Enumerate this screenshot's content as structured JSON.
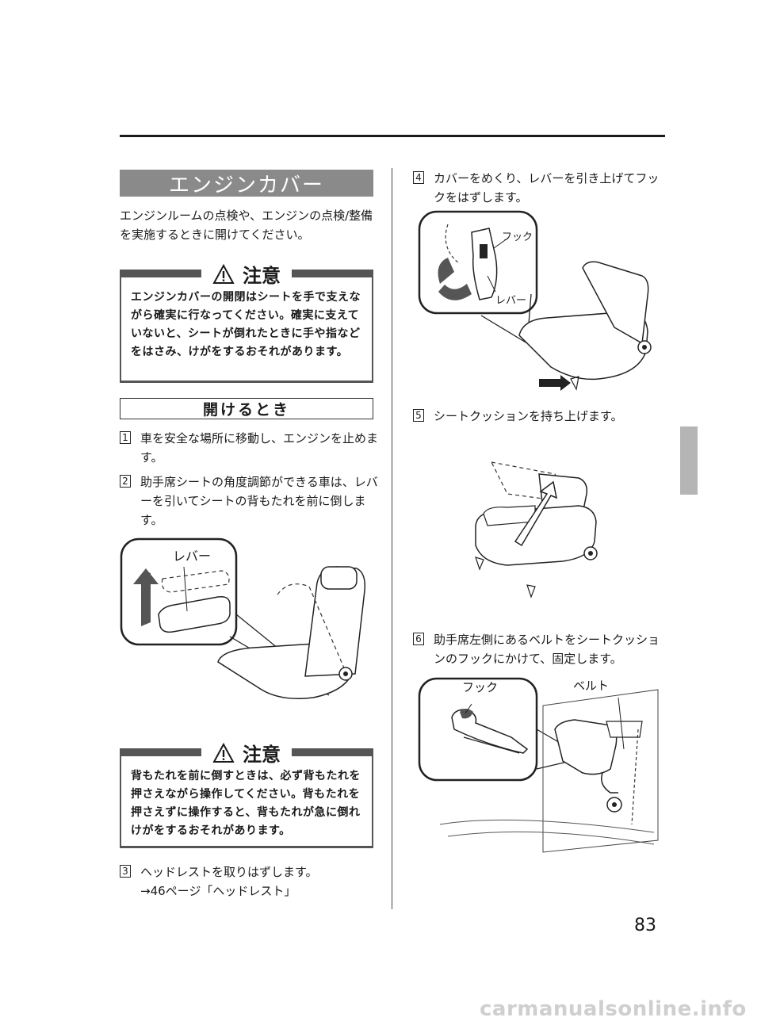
{
  "section_title": "エンジンカバー",
  "intro": "エンジンルームの点検や、エンジンの点検/整備を実施するときに開けてください。",
  "caution1": {
    "title": "注意",
    "body": "エンジンカバーの開閉はシートを手で支えながら確実に行なってください。確実に支えていないと、シートが倒れたときに手や指などをはさみ、けがをするおそれがあります。"
  },
  "open_title": "開けるとき",
  "steps": [
    {
      "num": "1",
      "text": "車を安全な場所に移動し、エンジンを止めます。"
    },
    {
      "num": "2",
      "text": "助手席シートの角度調節ができる車は、レバーを引いてシートの背もたれを前に倒します。"
    },
    {
      "num": "3",
      "text": "ヘッドレストを取りはずします。",
      "ref": "→46ページ「ヘッドレスト」"
    },
    {
      "num": "4",
      "text": "カバーをめくり、レバーを引き上げてフックをはずします。"
    },
    {
      "num": "5",
      "text": "シートクッションを持ち上げます。"
    },
    {
      "num": "6",
      "text": "助手席左側にあるベルトをシートクッションのフックにかけて、固定します。"
    }
  ],
  "figures": {
    "lever_label": "レバー",
    "hook_label": "フック",
    "lever_label_small": "レバー",
    "hook_label2": "フック",
    "belt_label": "ベルト"
  },
  "caution2": {
    "title": "注意",
    "body": "背もたれを前に倒すときは、必ず背もたれを押さえながら操作してください。背もたれを押さえずに操作すると、背もたれが急に倒れけがをするおそれがあります。"
  },
  "page_number": "83",
  "watermark": "carmanualsonline.info"
}
